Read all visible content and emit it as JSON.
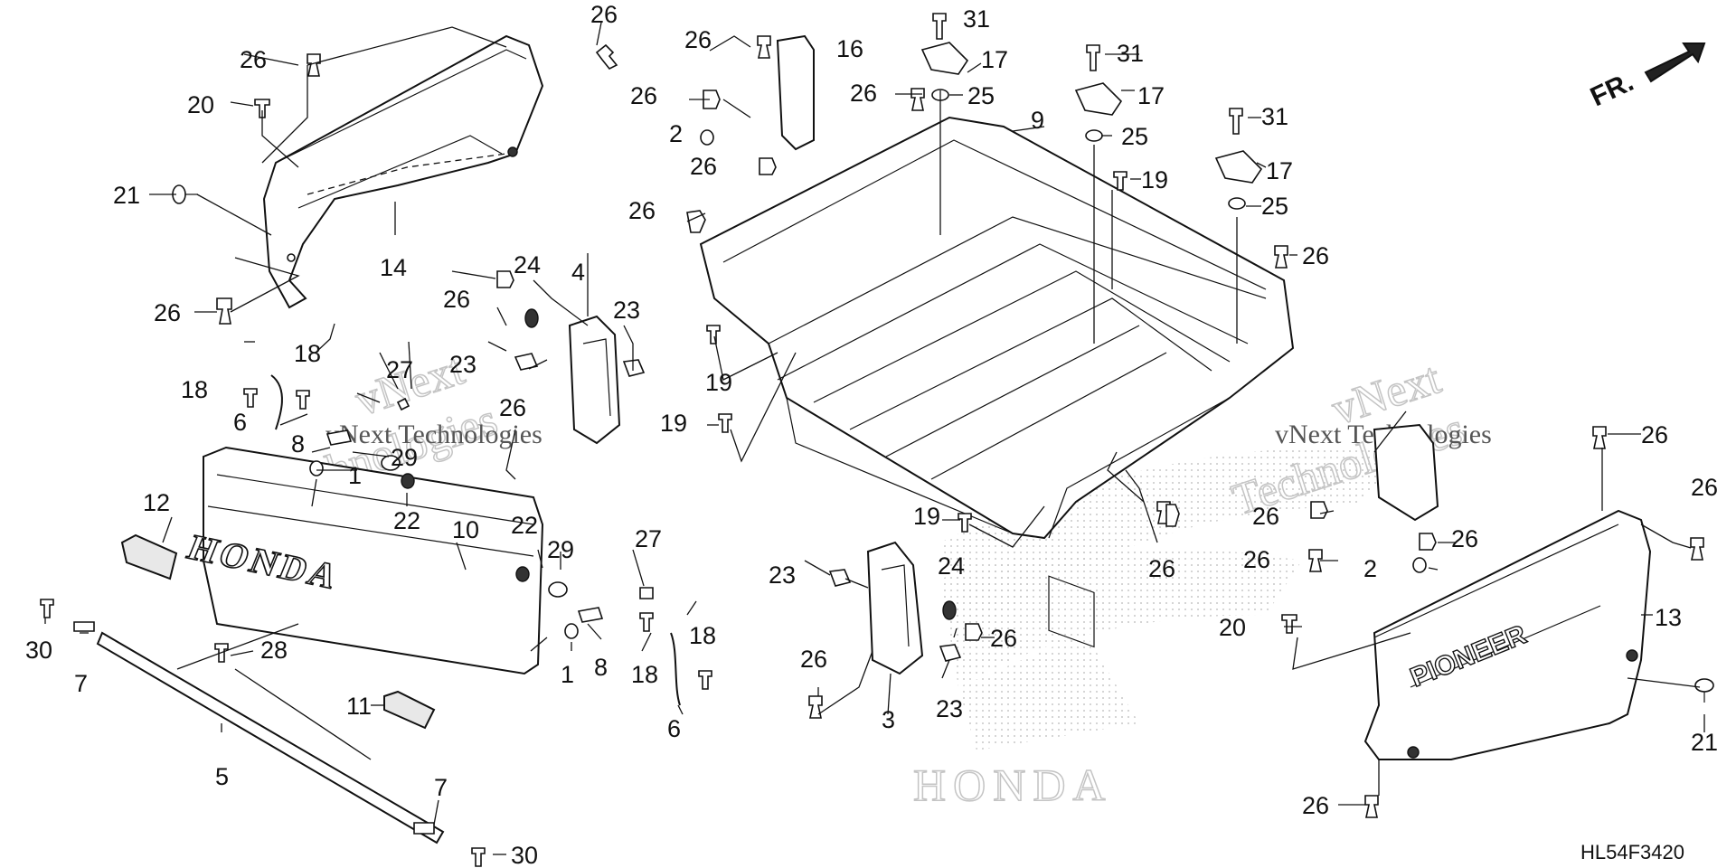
{
  "diagram": {
    "code": "HL54F3420",
    "direction_label": "FR.",
    "logo_text": "HONDA",
    "tailgate_emblem": "HONDA",
    "side_panel_emblem": "PIONEER",
    "watermark_top": "vNext",
    "watermark_bottom": "Technologies",
    "watermark_line": "vNext Technologies"
  },
  "callouts": [
    "1",
    "2",
    "3",
    "4",
    "5",
    "6",
    "7",
    "8",
    "9",
    "10",
    "11",
    "12",
    "13",
    "14",
    "16",
    "17",
    "18",
    "19",
    "20",
    "21",
    "22",
    "23",
    "24",
    "25",
    "26",
    "27",
    "28",
    "29",
    "30",
    "31"
  ]
}
